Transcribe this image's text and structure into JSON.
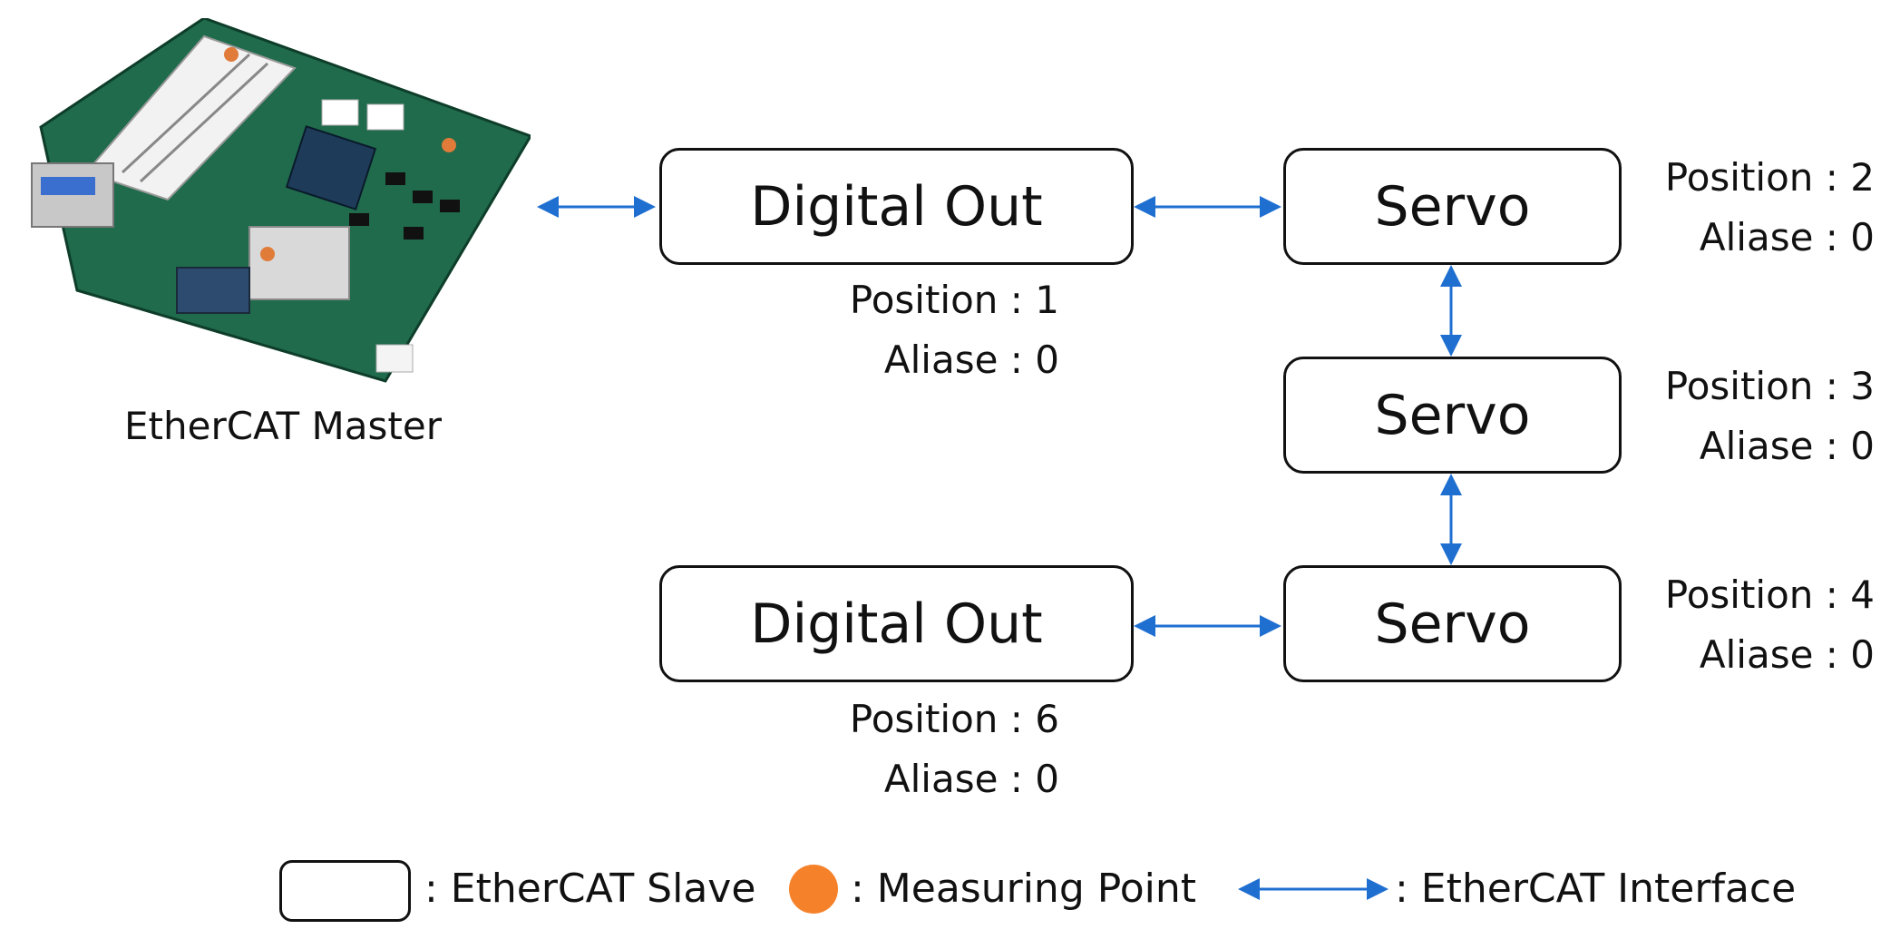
{
  "master": {
    "label": "EtherCAT Master",
    "image": "embedded-board-picture"
  },
  "slaves": [
    {
      "name": "Digital Out",
      "position": "Position : 1",
      "alias": "Aliase : 0"
    },
    {
      "name": "Servo",
      "position": "Position : 2",
      "alias": "Aliase : 0"
    },
    {
      "name": "Servo",
      "position": "Position : 3",
      "alias": "Aliase : 0"
    },
    {
      "name": "Servo",
      "position": "Position : 4",
      "alias": "Aliase : 0"
    },
    {
      "name": "Digital Out",
      "position": "Position : 6",
      "alias": "Aliase : 0"
    }
  ],
  "legend": {
    "slave": ": EtherCAT Slave",
    "measuring_point": ": Measuring Point",
    "interface": ": EtherCAT Interface"
  },
  "colors": {
    "arrow": "#1f6fd1",
    "measuring_point": "#f5822a",
    "border": "#111111"
  }
}
